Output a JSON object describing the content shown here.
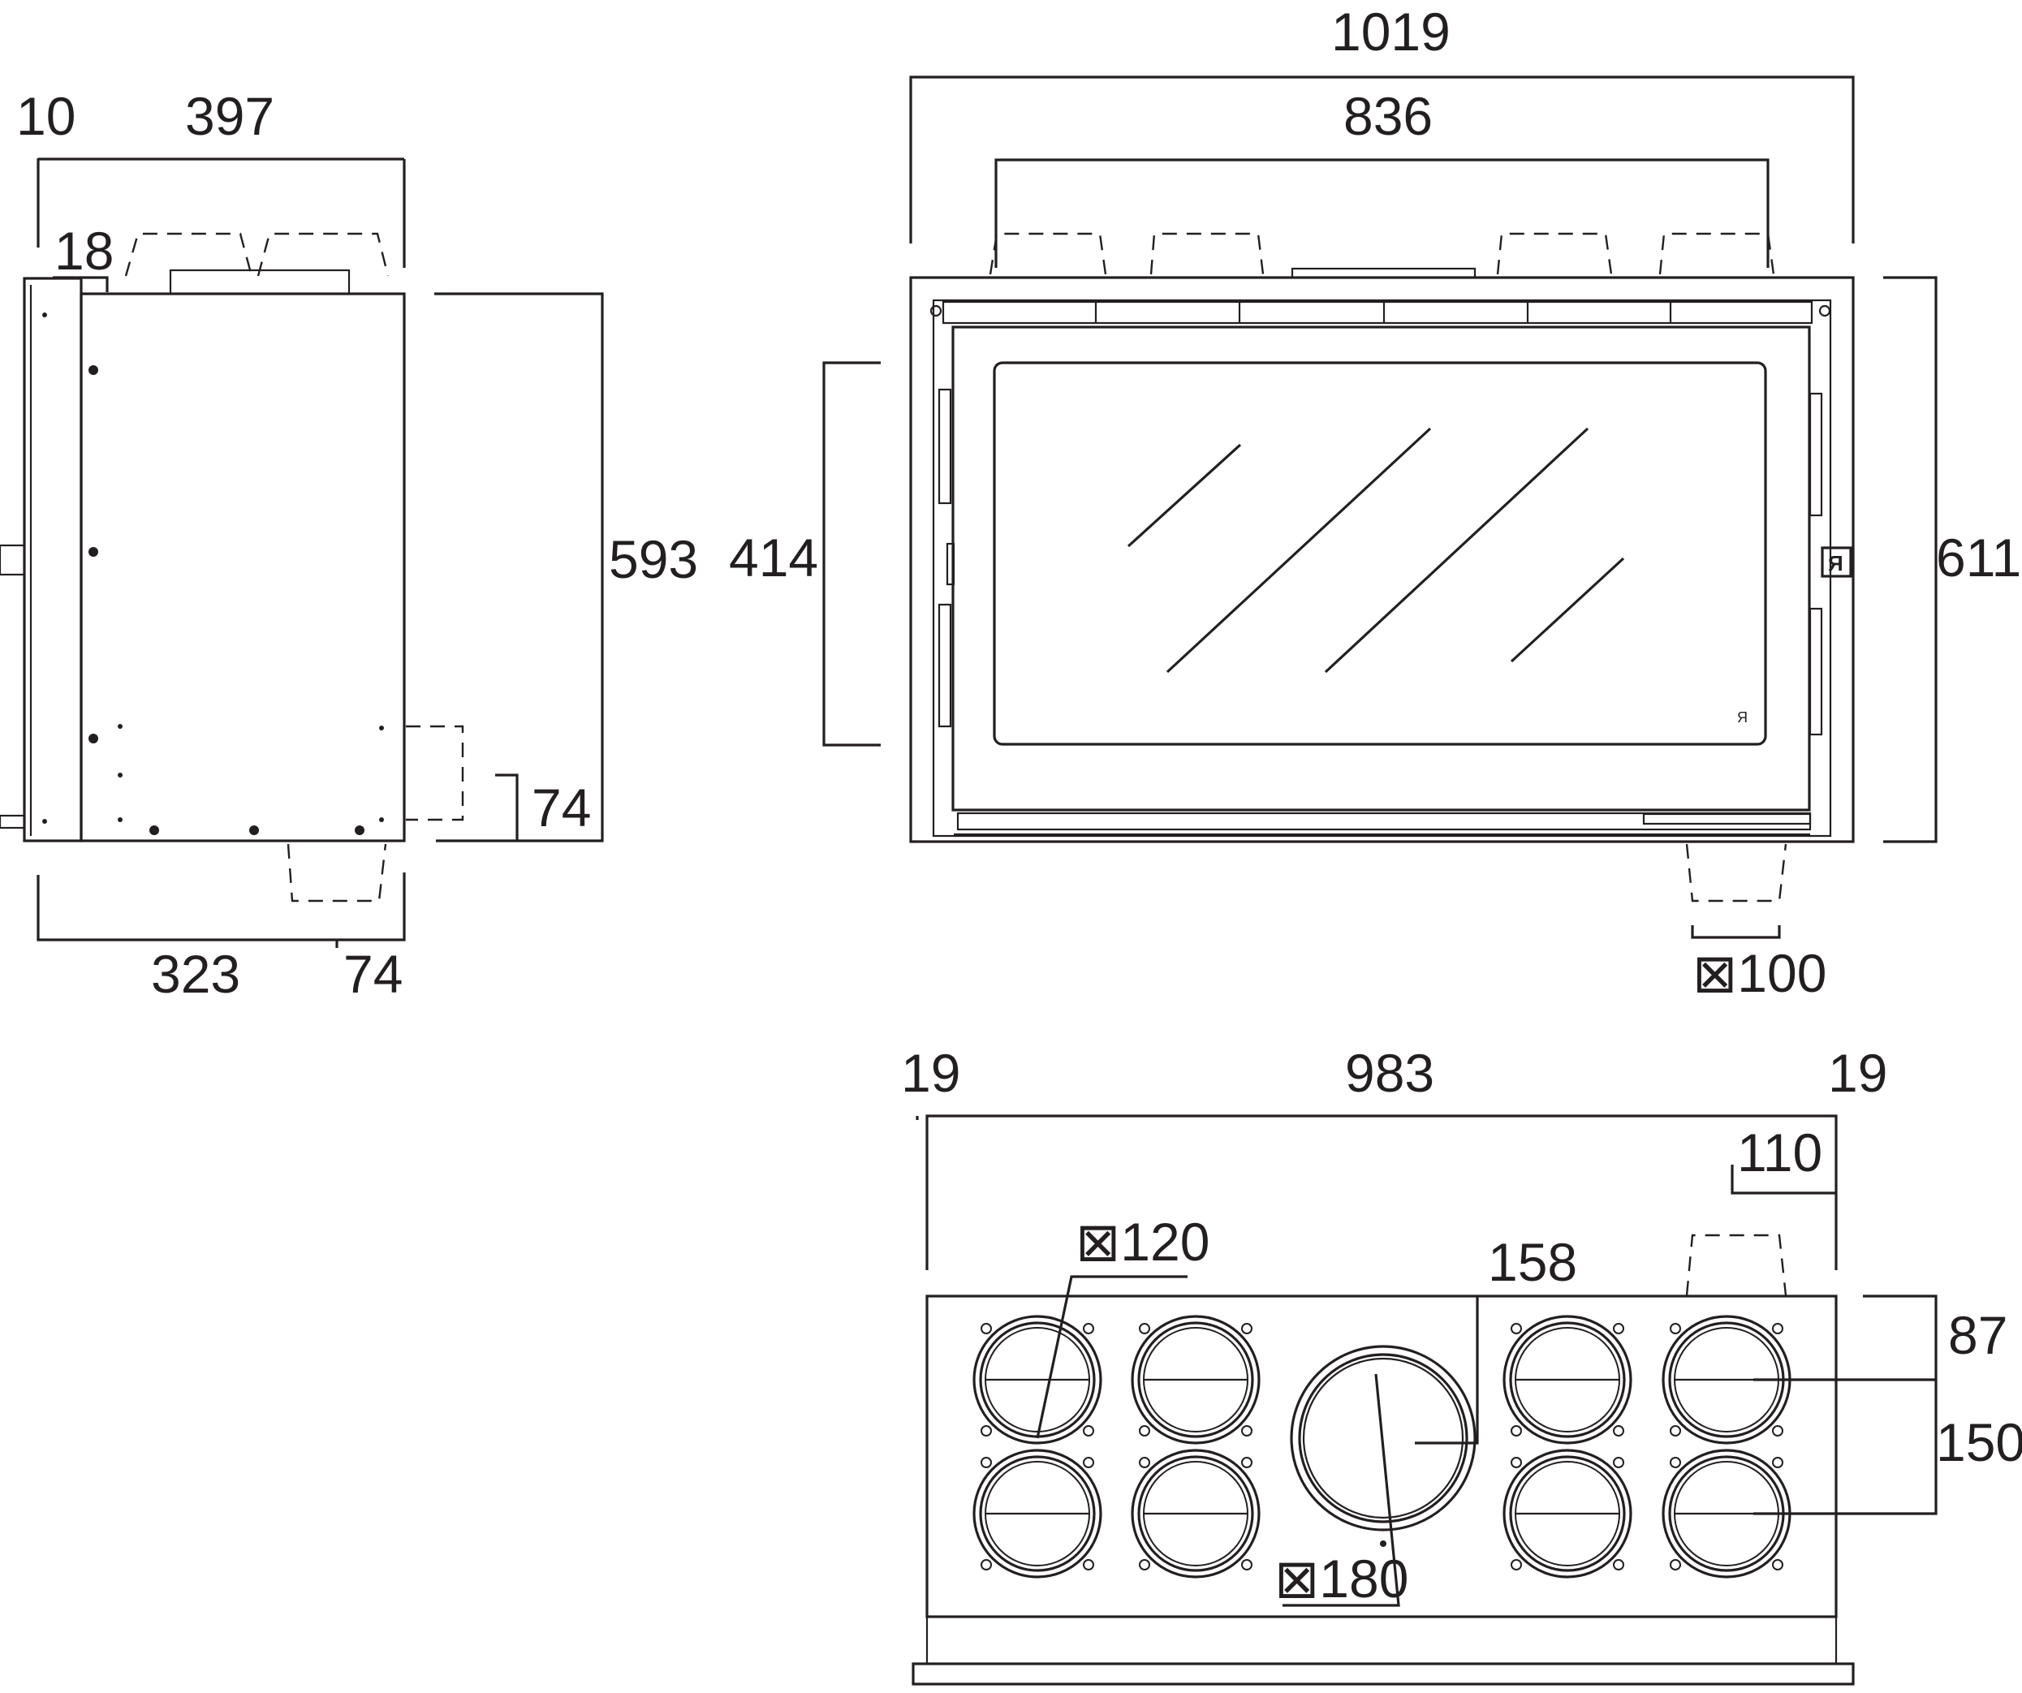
{
  "side_view": {
    "dim_10": "10",
    "dim_397": "397",
    "dim_18": "18",
    "dim_593": "593",
    "dim_74_right": "74",
    "dim_323": "323",
    "dim_74_bottom": "74"
  },
  "front_view": {
    "dim_1019": "1019",
    "dim_836": "836",
    "dim_414": "414",
    "dim_611": "611",
    "dim_100": "⊠100"
  },
  "top_view": {
    "dim_19_left": "19",
    "dim_983": "983",
    "dim_19_right": "19",
    "dim_110": "110",
    "dim_120": "⊠120",
    "dim_158": "158",
    "dim_87": "87",
    "dim_150": "150",
    "dim_180": "⊠180"
  },
  "colors": {
    "line": "#231f20",
    "background": "#ffffff"
  }
}
